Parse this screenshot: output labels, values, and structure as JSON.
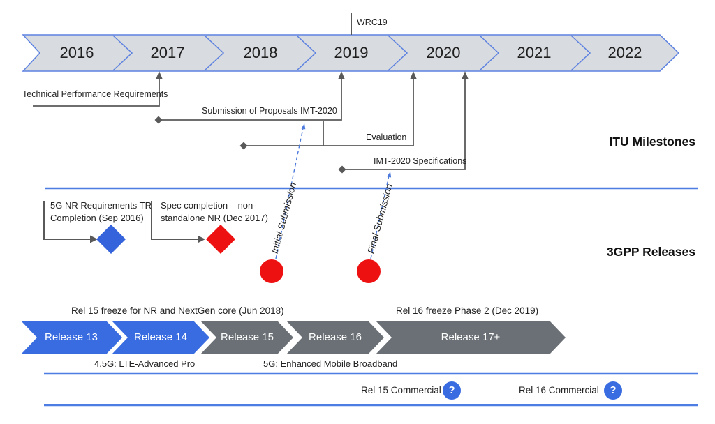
{
  "itu": {
    "section_label": "ITU Milestones",
    "years": [
      "2016",
      "2017",
      "2018",
      "2019",
      "2020",
      "2021",
      "2022"
    ],
    "wrc19": "WRC19",
    "milestones": [
      {
        "label": "Technical Performance Requirements"
      },
      {
        "label": "Submission of Proposals IMT-2020"
      },
      {
        "label": "Evaluation"
      },
      {
        "label": "IMT-2020 Specifications"
      }
    ]
  },
  "gpp": {
    "section_label": "3GPP Releases",
    "nr_requirements": "5G NR Requirements TR Completion (Sep 2016)",
    "spec_completion": "Spec completion – non-standalone NR (Dec 2017)",
    "initial_submission": "Initial Submission",
    "final_submission": "Final Submission",
    "rel15_freeze": "Rel 15 freeze for NR and NextGen core (Jun 2018)",
    "rel16_freeze": "Rel 16 freeze Phase 2 (Dec 2019)",
    "releases": [
      {
        "label": "Release 13",
        "color": "#3a6ce1"
      },
      {
        "label": "Release 14",
        "color": "#3a6ce1"
      },
      {
        "label": "Release 15",
        "color": "#6a7075"
      },
      {
        "label": "Release 16",
        "color": "#6a7075"
      },
      {
        "label": "Release 17+",
        "color": "#6a7075"
      }
    ],
    "lte_advanced": "4.5G: LTE-Advanced Pro",
    "embb": "5G: Enhanced Mobile Broadband",
    "rel15_commercial": "Rel 15 Commercial",
    "rel16_commercial": "Rel 16 Commercial",
    "question_mark": "?"
  },
  "colors": {
    "timeline_fill": "#d8dbdf",
    "timeline_border": "#5c81e0",
    "connector_gray": "#595959",
    "divider_blue": "#4d7de2",
    "milestone_blue": "#3563dc",
    "milestone_red": "#ed1111",
    "release_blue": "#3a6ce1",
    "release_gray": "#6a7075",
    "dashed_blue": "#4b79dc"
  }
}
